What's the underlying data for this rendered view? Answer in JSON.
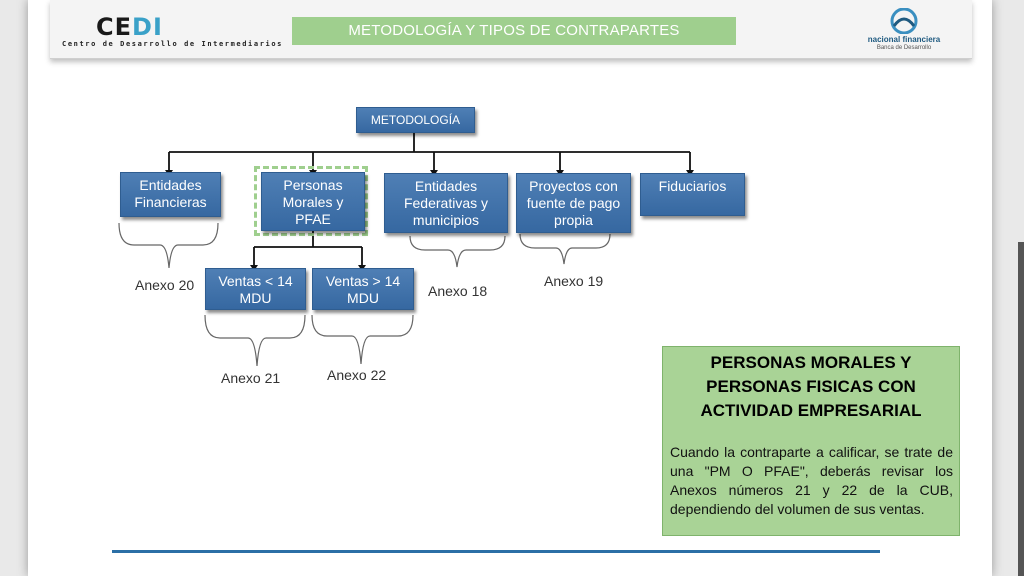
{
  "header": {
    "logo_left": {
      "brand_main": "CE",
      "brand_accent": "DI",
      "subtitle": "Centro de Desarrollo de Intermediarios"
    },
    "title": "METODOLOGÍA Y TIPOS DE CONTRAPARTES",
    "logo_right": {
      "name": "nacional financiera",
      "tagline": "Banca de Desarrollo"
    }
  },
  "diagram": {
    "root": "METODOLOGÍA",
    "level1": [
      {
        "label": "Entidades Financieras"
      },
      {
        "label": "Personas Morales y PFAE"
      },
      {
        "label": "Entidades Federativas y municipios"
      },
      {
        "label": "Proyectos con fuente de pago propia"
      },
      {
        "label": "Fiduciarios"
      }
    ],
    "level2": [
      {
        "label": "Ventas < 14 MDU"
      },
      {
        "label": "Ventas > 14 MDU"
      }
    ],
    "annexes": {
      "a20": "Anexo 20",
      "a18": "Anexo 18",
      "a19": "Anexo 19",
      "a21": "Anexo 21",
      "a22": "Anexo 22"
    }
  },
  "info": {
    "title": "PERSONAS MORALES Y PERSONAS FISICAS CON ACTIVIDAD EMPRESARIAL",
    "body": "Cuando la contraparte a  calificar, se trate de una \"PM O PFAE\", deberás revisar los Anexos números 21 y 22 de la CUB, dependiendo del volumen de sus ventas."
  },
  "colors": {
    "node_blue": "#3f70a8",
    "banner_green": "#9fcf8e",
    "info_green": "#a9d396",
    "accent_line": "#2b6fa6"
  }
}
